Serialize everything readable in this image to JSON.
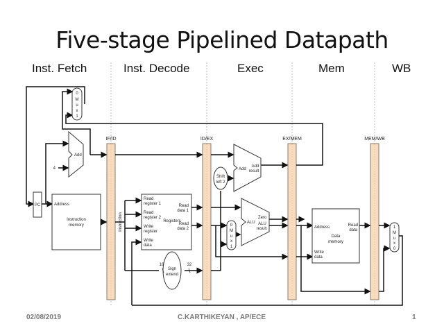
{
  "slide": {
    "title": "Five-stage Pipelined Datapath",
    "stages": [
      "Inst. Fetch",
      "Inst. Decode",
      "Exec",
      "Mem",
      "WB"
    ],
    "footer": {
      "date": "02/08/2019",
      "author": "C.KARTHIKEYAN , AP/ECE",
      "page": "1"
    }
  },
  "diagram": {
    "colors": {
      "register_fill": "#f8dcc0",
      "register_stroke": "#8a7a6a",
      "wire": "#111111",
      "divider": "#bbbbbb"
    },
    "pipeline_registers": [
      "IF/ID",
      "ID/EX",
      "EX/MEM",
      "MEM/WB"
    ],
    "pc_label": "PC",
    "constant_four": "4",
    "pc_adder": "Add",
    "branch_adder": {
      "label": "Add",
      "output": [
        "Add",
        "result"
      ]
    },
    "shift_left": [
      "Shift",
      "left 2"
    ],
    "alu": {
      "label": "ALU",
      "zero": "Zero",
      "result": [
        "ALU",
        "result"
      ]
    },
    "instruction_memory": {
      "address": "Address",
      "name": [
        "Instruction",
        "memory"
      ],
      "bus_label": "Instruction"
    },
    "registers": {
      "name": "Registers",
      "inputs": [
        [
          "Read",
          "register 1"
        ],
        [
          "Read",
          "register 2"
        ],
        [
          "Write",
          "register"
        ],
        [
          "Write",
          "data"
        ]
      ],
      "outputs": [
        [
          "Read",
          "data 1"
        ],
        [
          "Read",
          "data 2"
        ]
      ]
    },
    "sign_extend": {
      "name": [
        "Sign",
        "extend"
      ],
      "in_width": "16",
      "out_width": "32"
    },
    "data_memory": {
      "address": "Address",
      "name": [
        "Data",
        "memory"
      ],
      "read": [
        "Read",
        "data"
      ],
      "write": [
        "Write",
        "data"
      ]
    },
    "mux_pc": [
      "0",
      "M",
      "u",
      "x",
      "1"
    ],
    "mux_alu": [
      "0",
      "M",
      "u",
      "x",
      "1"
    ],
    "mux_wb": [
      "1",
      "M",
      "u",
      "x",
      "0"
    ]
  }
}
